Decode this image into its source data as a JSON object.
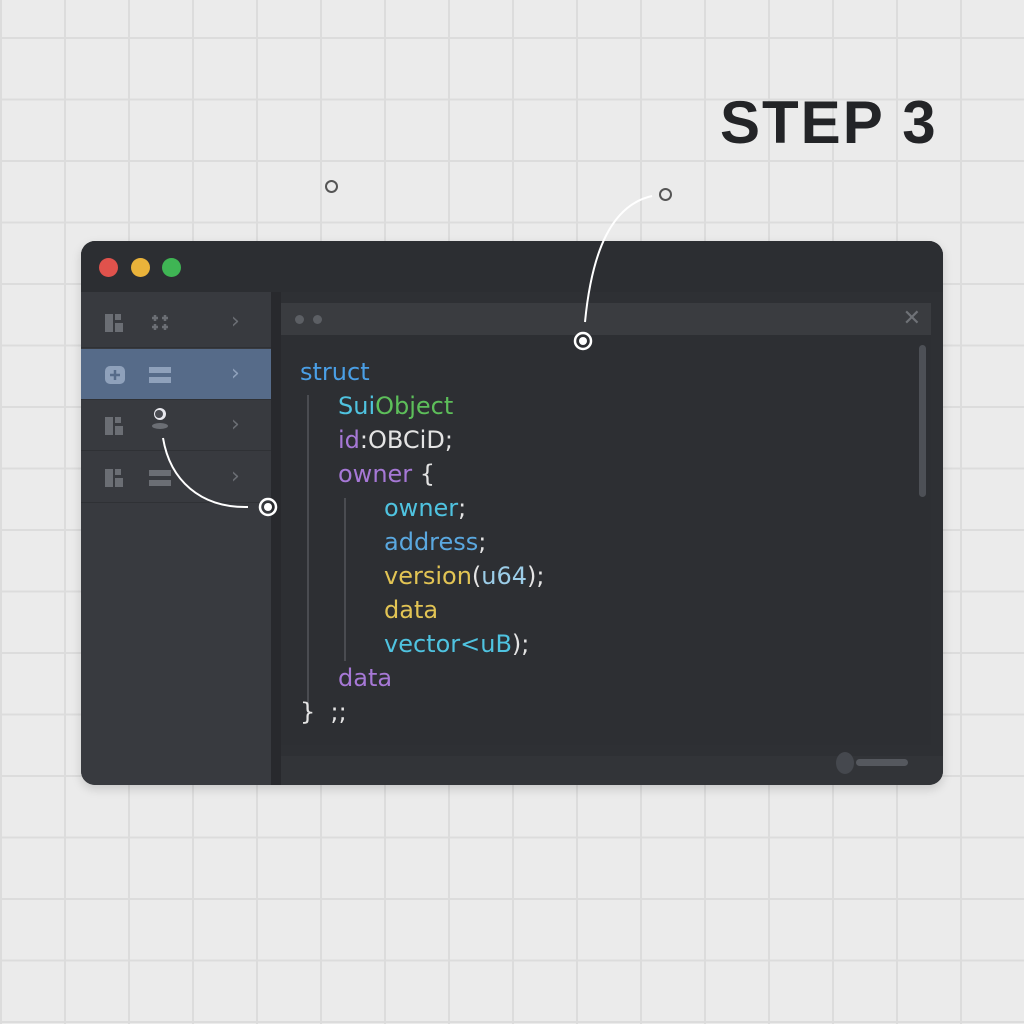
{
  "heading": {
    "step_label": "STEP 3"
  },
  "window": {
    "traffic_lights": [
      {
        "name": "close",
        "color": "#e0524c"
      },
      {
        "name": "minimize",
        "color": "#eab33a"
      },
      {
        "name": "maximize",
        "color": "#3fb554"
      }
    ]
  },
  "sidebar": {
    "items": [
      {
        "icon1": "document-icon",
        "icon2": "move-icon",
        "chevron": "›",
        "active": false
      },
      {
        "icon1": "add-icon",
        "icon2": "equals-icon",
        "chevron": "›",
        "active": true
      },
      {
        "icon1": "document-icon",
        "icon2": "user-icon",
        "chevron": "›",
        "active": false
      },
      {
        "icon1": "document-icon",
        "icon2": "equals-icon",
        "chevron": "›",
        "active": false
      }
    ]
  },
  "editor": {
    "close_label": "✕",
    "code": [
      {
        "indent": 0,
        "parts": [
          {
            "text": "struct",
            "color": "#4a9fe6"
          }
        ]
      },
      {
        "indent": 1,
        "parts": [
          {
            "text": "Sui",
            "color": "#4fc3e0"
          },
          {
            "text": "Object",
            "color": "#5dbf5a"
          }
        ]
      },
      {
        "indent": 1,
        "parts": [
          {
            "text": "id",
            "color": "#a678d6"
          },
          {
            "text": ":OBCiD;",
            "color": "#e4e4e4"
          }
        ]
      },
      {
        "indent": 1,
        "parts": [
          {
            "text": "owner",
            "color": "#a678d6"
          },
          {
            "text": " {",
            "color": "#e4e4e4"
          }
        ]
      },
      {
        "indent": 2,
        "parts": [
          {
            "text": "owner",
            "color": "#4fc3e0"
          },
          {
            "text": ";",
            "color": "#e4e4e4"
          }
        ]
      },
      {
        "indent": 2,
        "parts": [
          {
            "text": "address",
            "color": "#5aa8e0"
          },
          {
            "text": ";",
            "color": "#e4e4e4"
          }
        ]
      },
      {
        "indent": 2,
        "parts": [
          {
            "text": "version",
            "color": "#e2c454"
          },
          {
            "text": "(",
            "color": "#e4e4e4"
          },
          {
            "text": "u64",
            "color": "#9ccde8"
          },
          {
            "text": ");",
            "color": "#e4e4e4"
          }
        ]
      },
      {
        "indent": 2,
        "parts": [
          {
            "text": "data",
            "color": "#e2c454"
          }
        ]
      },
      {
        "indent": 2,
        "parts": [
          {
            "text": "vector<uB",
            "color": "#4fc3e0"
          },
          {
            "text": ");",
            "color": "#e4e4e4"
          }
        ]
      },
      {
        "indent": 1,
        "parts": [
          {
            "text": "data",
            "color": "#a678d6"
          }
        ]
      },
      {
        "indent": 0,
        "parts": [
          {
            "text": "}  ;;",
            "color": "#e4e4e4"
          }
        ]
      }
    ]
  },
  "colors": {
    "background": "#ebebeb",
    "window": "#2e3034",
    "sidebar": "#383a3f",
    "active_row": "#566b89",
    "annotation": "#ffffff"
  }
}
